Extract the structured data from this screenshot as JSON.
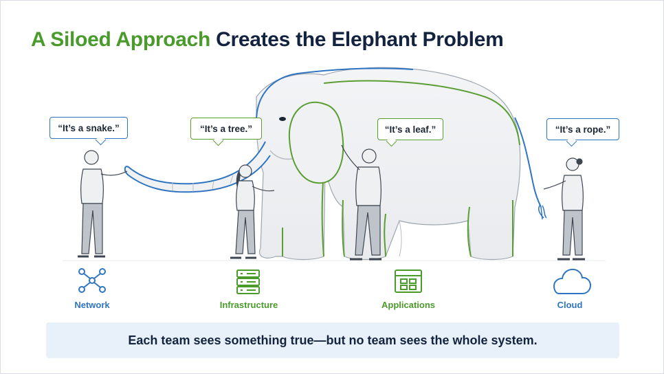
{
  "title": {
    "accent_text": "A Siloed Approach",
    "rest_text": " Creates the Elephant Problem"
  },
  "bubbles": [
    {
      "text": "“It’s a snake.”",
      "color": "#2f74c0"
    },
    {
      "text": "“It’s a tree.”",
      "color": "#5a9e33"
    },
    {
      "text": "“It’s a leaf.”",
      "color": "#5a9e33"
    },
    {
      "text": "“It’s a rope.”",
      "color": "#2f74c0"
    }
  ],
  "teams": [
    {
      "label": "Network",
      "icon": "network-icon",
      "color": "#2f74c0"
    },
    {
      "label": "Infrastructure",
      "icon": "server-rack-icon",
      "color": "#4a9a2c"
    },
    {
      "label": "Applications",
      "icon": "app-window-icon",
      "color": "#4a9a2c"
    },
    {
      "label": "Cloud",
      "icon": "cloud-icon",
      "color": "#2f74c0"
    }
  ],
  "footer": {
    "text": "Each team sees something true—but no team sees the whole system."
  },
  "colors": {
    "title": "#13233f",
    "accent_green": "#4a9a2c",
    "accent_blue": "#2f74c0",
    "footer_bg": "#e8f0f9"
  }
}
